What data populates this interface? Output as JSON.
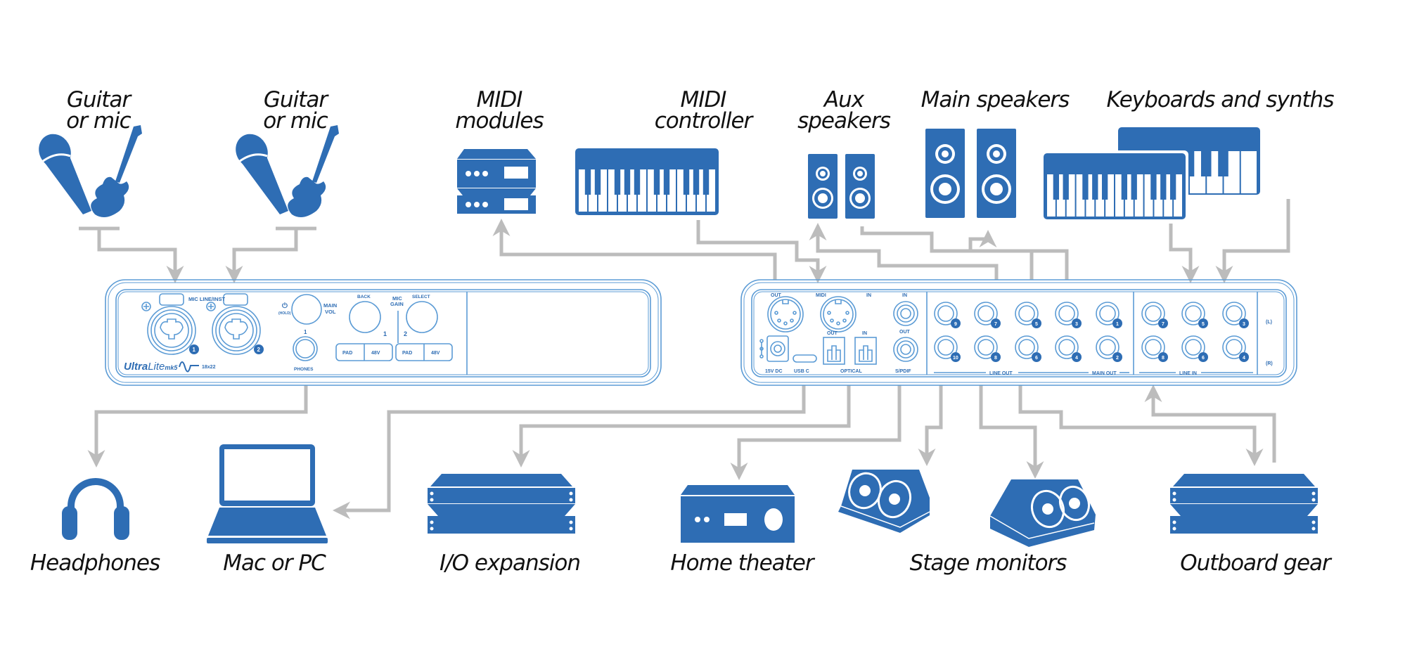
{
  "diagram": {
    "colors": {
      "device_blue": "#2e6db4",
      "panel_line": "#5b9bd5",
      "connector_gray": "#bcbcbc",
      "label_text": "#111111"
    },
    "top_devices": [
      {
        "id": "guitar-mic-1",
        "label": "Guitar\nor mic",
        "icon": "microphone-and-guitar-icon"
      },
      {
        "id": "guitar-mic-2",
        "label": "Guitar\nor mic",
        "icon": "microphone-and-guitar-icon"
      },
      {
        "id": "midi-modules",
        "label": "MIDI\nmodules",
        "icon": "rack-module-icon"
      },
      {
        "id": "midi-controller",
        "label": "MIDI\ncontroller",
        "icon": "keyboard-icon"
      },
      {
        "id": "aux-speakers",
        "label": "Aux\nspeakers",
        "icon": "speaker-pair-icon"
      },
      {
        "id": "main-speakers",
        "label": "Main speakers",
        "icon": "speaker-pair-icon"
      },
      {
        "id": "keyboards-synths",
        "label": "Keyboards and synths",
        "icon": "keyboard-pair-icon"
      }
    ],
    "bottom_devices": [
      {
        "id": "headphones",
        "label": "Headphones",
        "icon": "headphones-icon"
      },
      {
        "id": "mac-pc",
        "label": "Mac or PC",
        "icon": "laptop-icon"
      },
      {
        "id": "io-expansion",
        "label": "I/O expansion",
        "icon": "rack-unit-icon"
      },
      {
        "id": "home-theater",
        "label": "Home theater",
        "icon": "receiver-icon"
      },
      {
        "id": "stage-monitors",
        "label": "Stage monitors",
        "icon": "stage-monitor-icon"
      },
      {
        "id": "outboard-gear",
        "label": "Outboard gear",
        "icon": "rack-unit-icon"
      }
    ],
    "front_panel": {
      "brand_bold": "Ultra",
      "brand_light": "Lite",
      "model": "mk5",
      "io_count": "18x22",
      "mic_line_inst": "MIC LINE/INST",
      "input_numbers": [
        "1",
        "2"
      ],
      "power_label": "(HOLD)",
      "main_vol": "MAIN\nVOL",
      "phones_number": "1",
      "phones": "PHONES",
      "back": "BACK",
      "select": "SELECT",
      "mic_gain": "MIC\nGAIN",
      "gain_channels": [
        "1",
        "2"
      ],
      "buttons": [
        "PAD",
        "48V",
        "PAD",
        "48V"
      ]
    },
    "rear_panel": {
      "midi_out": "OUT",
      "midi": "MIDI",
      "midi_in": "IN",
      "spdif_in": "IN",
      "spdif_out": "OUT",
      "spdif": "S/PDIF",
      "optical_out": "OUT",
      "optical_in": "IN",
      "optical": "OPTICAL",
      "power": "15V DC",
      "usb": "USB C",
      "line_out_top": [
        "9",
        "7",
        "5",
        "3",
        "1"
      ],
      "line_out_bottom": [
        "10",
        "8",
        "6",
        "4",
        "2"
      ],
      "line_out_label": "LINE OUT",
      "main_out_label": "MAIN OUT",
      "line_in_top": [
        "7",
        "5",
        "3"
      ],
      "line_in_bottom": [
        "8",
        "6",
        "4"
      ],
      "line_in_label": "LINE IN",
      "left": "(L)",
      "right": "(R)"
    }
  }
}
